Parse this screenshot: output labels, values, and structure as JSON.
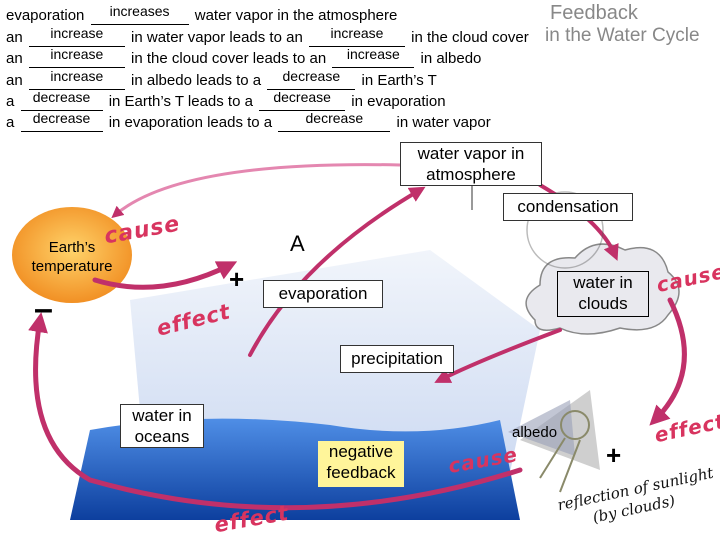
{
  "title": {
    "line1": "Feedback",
    "line2": "in the Water Cycle"
  },
  "sentences": [
    {
      "pre": "evaporation",
      "blank1": "increases",
      "mid": "water vapor in the atmosphere",
      "blank2": "",
      "post": ""
    },
    {
      "pre": "an",
      "blank1": "increase",
      "mid": "in water vapor leads to an",
      "blank2": "increase",
      "post": "in the cloud cover"
    },
    {
      "pre": "an",
      "blank1": "increase",
      "mid": "in the cloud cover leads to an",
      "blank2": "increase",
      "post": "in albedo"
    },
    {
      "pre": "an",
      "blank1": "increase",
      "mid": "in albedo leads to a",
      "blank2": "decrease",
      "post": "in Earth’s T"
    },
    {
      "pre": "a",
      "blank1": "decrease",
      "mid": "in Earth’s T leads to a",
      "blank2": "decrease",
      "post": "in evaporation"
    },
    {
      "pre": "a",
      "blank1": "decrease",
      "mid": "in evaporation leads to a",
      "blank2": "decrease",
      "post": "in water vapor"
    }
  ],
  "nodes": {
    "vapor": "water vapor in atmosphere",
    "condensation": "condensation",
    "clouds": "water in clouds",
    "evaporation": "evaporation",
    "precipitation": "precipitation",
    "oceans": "water in oceans",
    "earth": "Earth’s temperature",
    "albedo": "albedo",
    "negative": "negative feedback"
  },
  "signs": {
    "plus_evap": "+",
    "minus_earth": "–",
    "plus_albedo": "+",
    "loop_label": "A"
  },
  "annotations": {
    "cause_earth": "cause",
    "effect_evap": "effect",
    "cause_clouds": "cause",
    "effect_albedo": "effect",
    "cause_albedo": "cause",
    "effect_bottom": "effect",
    "reflection": "reflection of sunlight",
    "by_clouds": "(by clouds)"
  },
  "colors": {
    "arrow": "#c0306a",
    "arrow_light": "#e487b0",
    "earth_fill": "#f79a2d",
    "ocean": "#1e62c8",
    "cause_text": "#d8345f"
  }
}
